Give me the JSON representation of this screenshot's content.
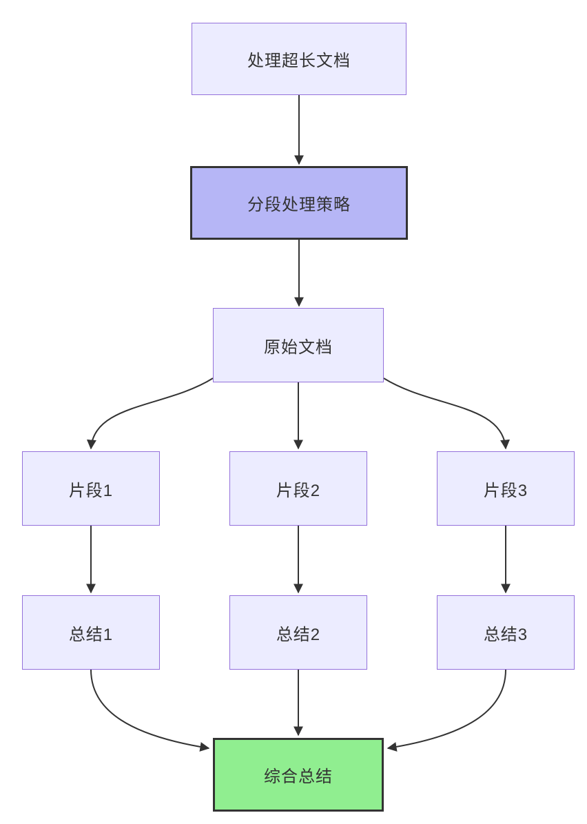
{
  "diagram": {
    "type": "flowchart",
    "direction": "top-down",
    "background_color": "#ffffff",
    "edge_color": "#333333",
    "text_color": "#333333",
    "nodes": [
      {
        "id": "A",
        "label": "处理超长文档",
        "fill": "#ECECFF",
        "border": "#9370DB"
      },
      {
        "id": "B",
        "label": "分段处理策略",
        "fill": "#B6B6F6",
        "border": "#333333"
      },
      {
        "id": "C",
        "label": "原始文档",
        "fill": "#ECECFF",
        "border": "#9370DB"
      },
      {
        "id": "D1",
        "label": "片段1",
        "fill": "#ECECFF",
        "border": "#9370DB"
      },
      {
        "id": "D2",
        "label": "片段2",
        "fill": "#ECECFF",
        "border": "#9370DB"
      },
      {
        "id": "D3",
        "label": "片段3",
        "fill": "#ECECFF",
        "border": "#9370DB"
      },
      {
        "id": "E1",
        "label": "总结1",
        "fill": "#ECECFF",
        "border": "#9370DB"
      },
      {
        "id": "E2",
        "label": "总结2",
        "fill": "#ECECFF",
        "border": "#9370DB"
      },
      {
        "id": "E3",
        "label": "总结3",
        "fill": "#ECECFF",
        "border": "#9370DB"
      },
      {
        "id": "F",
        "label": "综合总结",
        "fill": "#90EE90",
        "border": "#333333"
      }
    ],
    "edges": [
      {
        "from": "A",
        "to": "B"
      },
      {
        "from": "B",
        "to": "C"
      },
      {
        "from": "C",
        "to": "D1"
      },
      {
        "from": "C",
        "to": "D2"
      },
      {
        "from": "C",
        "to": "D3"
      },
      {
        "from": "D1",
        "to": "E1"
      },
      {
        "from": "D2",
        "to": "E2"
      },
      {
        "from": "D3",
        "to": "E3"
      },
      {
        "from": "E1",
        "to": "F"
      },
      {
        "from": "E2",
        "to": "F"
      },
      {
        "from": "E3",
        "to": "F"
      }
    ]
  }
}
